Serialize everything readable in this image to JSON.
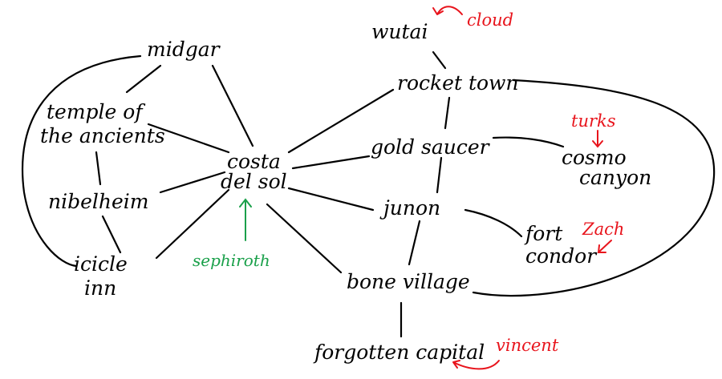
{
  "nodes": {
    "midgar": "midgar",
    "temple_line1": "temple of",
    "temple_line2": "the ancients",
    "nibelheim": "nibelheim",
    "icicle_line1": "icicle",
    "icicle_line2": "inn",
    "costa_line1": "costa",
    "costa_line2": "del sol",
    "wutai": "wutai",
    "rocket_town": "rocket town",
    "gold_saucer": "gold saucer",
    "cosmo_line1": "cosmo",
    "cosmo_line2": "canyon",
    "junon": "junon",
    "fort_line1": "fort",
    "fort_line2": "condor",
    "bone_village": "bone village",
    "forgotten_capital": "forgotten capital"
  },
  "annotations": {
    "cloud": "cloud",
    "turks": "turks",
    "zach": "Zach",
    "vincent": "vincent",
    "sephiroth": "sephiroth"
  },
  "colors": {
    "ink": "#000000",
    "annotation_red": "#e8141c",
    "annotation_green": "#1aa04a"
  }
}
